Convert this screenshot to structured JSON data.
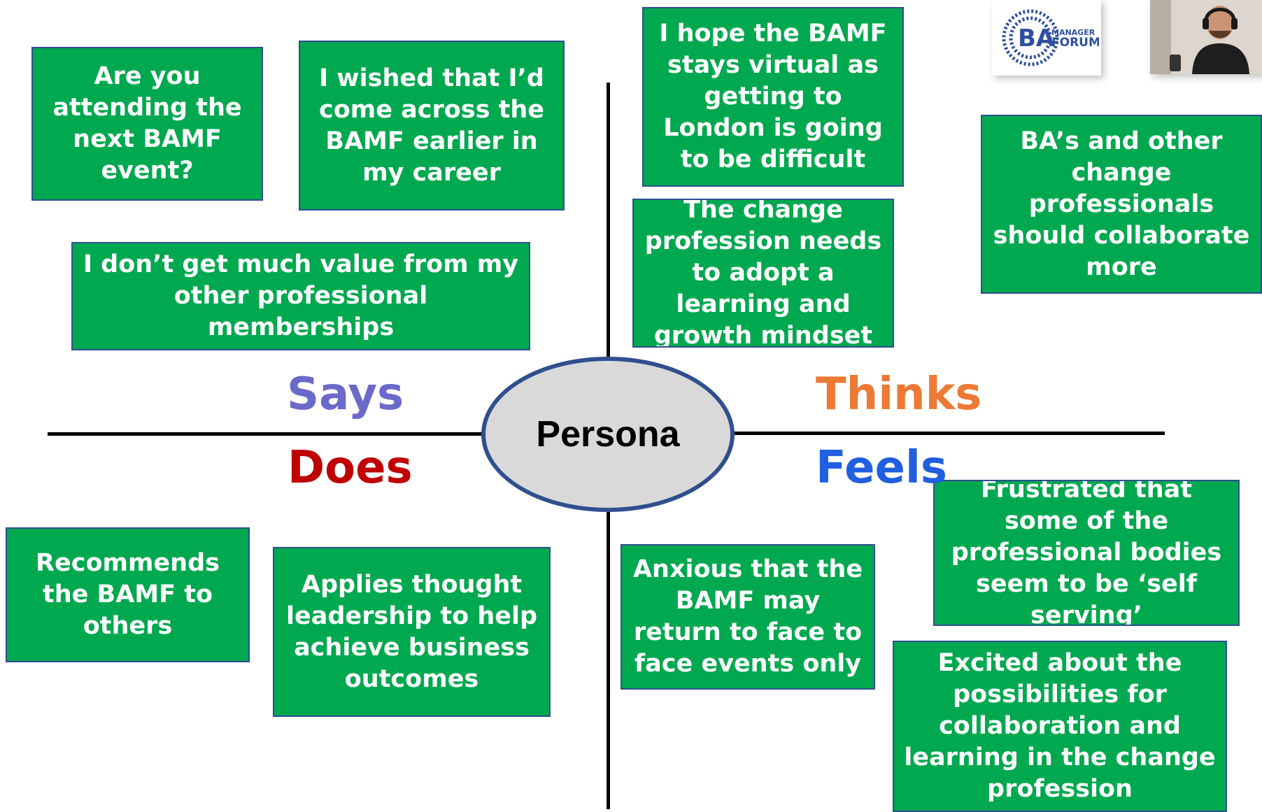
{
  "center": {
    "label": "Persona"
  },
  "quadrants": {
    "says": {
      "label": "Says",
      "color": "#6b69c9"
    },
    "thinks": {
      "label": "Thinks",
      "color": "#ec7a35"
    },
    "does": {
      "label": "Does",
      "color": "#c00000"
    },
    "feels": {
      "label": "Feels",
      "color": "#1f5fe0"
    }
  },
  "notes": {
    "says": [
      "Are you attending the next BAMF event?",
      "I wished that I’d come across the BAMF earlier in my career",
      "I don’t get much value from my other professional memberships"
    ],
    "thinks": [
      "I hope the BAMF stays virtual as getting to London is going to be difficult",
      "The change profession needs to adopt a learning and growth mindset",
      "BA’s and other change professionals should collaborate more"
    ],
    "does": [
      "Recommends the BAMF to others",
      "Applies thought leadership to help achieve business outcomes"
    ],
    "feels": [
      "Anxious that the BAMF may return to face to face events only",
      "Frustrated that some of the professional bodies seem to be ‘self serving’",
      "Excited about the possibilities for collaboration and learning in the change profession"
    ]
  },
  "logo": {
    "text": "BA",
    "subtext_line1": "MANAGER",
    "subtext_line2": "FORUM",
    "color": "#2f4f9f"
  },
  "note_color": "#00a84f"
}
